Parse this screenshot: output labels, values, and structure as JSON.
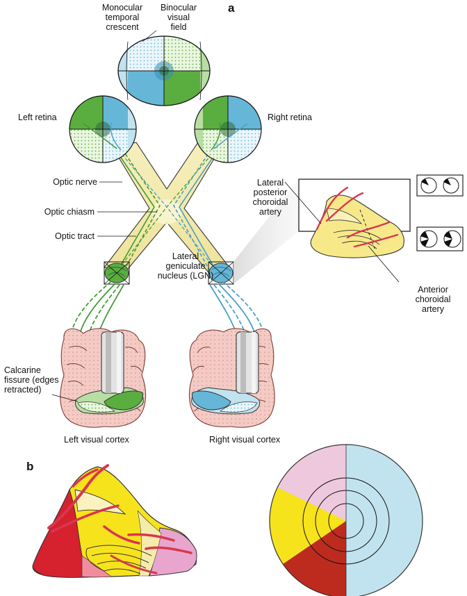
{
  "panels": {
    "a": "a",
    "b": "b"
  },
  "labels": {
    "monocular": [
      "Monocular",
      "temporal",
      "crescent"
    ],
    "binocular": [
      "Binocular",
      "visual",
      "field"
    ],
    "left_retina": "Left retina",
    "right_retina": "Right retina",
    "optic_nerve": "Optic nerve",
    "optic_chiasm": "Optic chiasm",
    "optic_tract": "Optic tract",
    "lgn": [
      "Lateral",
      "geniculate",
      "nucleus (LGN)"
    ],
    "lpca": [
      "Lateral",
      "posterior",
      "choroidal",
      "artery"
    ],
    "aca": [
      "Anterior",
      "choroidal",
      "artery"
    ],
    "calcarine": [
      "Calcarine",
      "fissure (edges",
      "retracted)"
    ],
    "left_cortex": "Left visual cortex",
    "right_cortex": "Right visual cortex"
  },
  "colors": {
    "green": "#5aae3f",
    "light_green": "#b9dea3",
    "blue": "#66b6d7",
    "light_blue": "#c1e3ef",
    "tract_yellow": "#f4ecb0",
    "yellow": "#f7e31c",
    "red": "#d6212f",
    "dark_red": "#bd2b1f",
    "pink": "#e8a6cf",
    "pale_pink": "#eec8dd",
    "brain_pink": "#f3c6c0",
    "artery": "#d9364f"
  }
}
